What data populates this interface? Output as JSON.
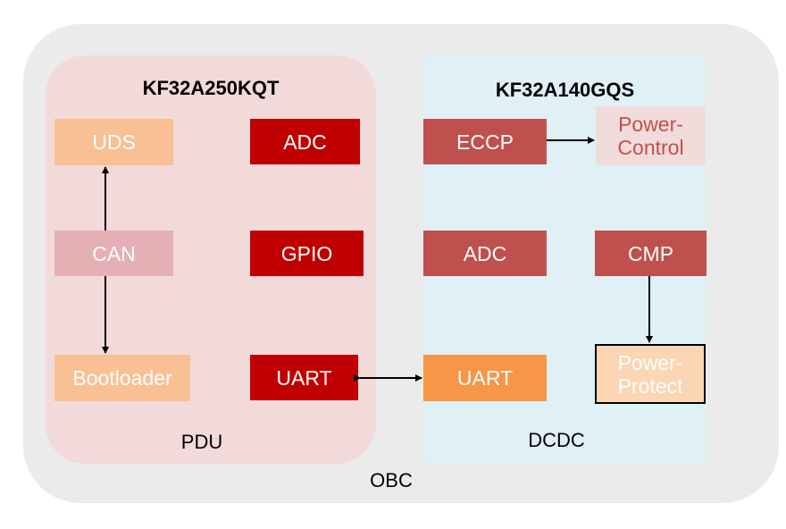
{
  "labels": {
    "obc": "OBC",
    "pdu": "PDU",
    "dcdc": "DCDC",
    "pdu_chip": "KF32A250KQT",
    "dcdc_chip": "KF32A140GQS"
  },
  "pdu_blocks": {
    "uds": "UDS",
    "can": "CAN",
    "bootloader": "Bootloader",
    "adc": "ADC",
    "gpio": "GPIO",
    "uart": "UART"
  },
  "dcdc_blocks": {
    "eccp": "ECCP",
    "power_control": "Power-\nControl",
    "adc": "ADC",
    "cmp": "CMP",
    "uart": "UART",
    "power_protect": "Power-\nProtect"
  },
  "colors": {
    "obc_bg": "#ebebeb",
    "pdu_bg": "#f3dada",
    "dcdc_bg": "#dff0f6",
    "dark_red": "#c00000",
    "rose_red": "#c0504d",
    "orange": "#f79646",
    "light_orange": "#f9c094"
  }
}
